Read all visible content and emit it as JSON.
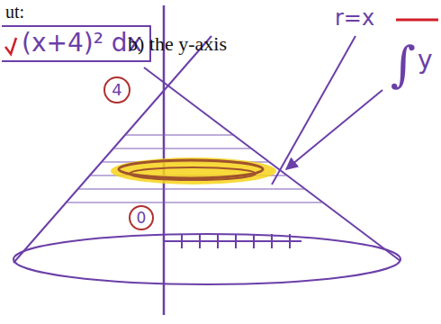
{
  "diagram": {
    "nodes": [
      {
        "text": [
          "(x+4)² dx"
        ]
      },
      {
        "text": [
          "4"
        ]
      },
      {
        "text": [
          "0"
        ]
      }
    ],
    "labels": [
      "ut:",
      "b) the y-axis",
      "r=x",
      "∫",
      "y"
    ]
  }
}
